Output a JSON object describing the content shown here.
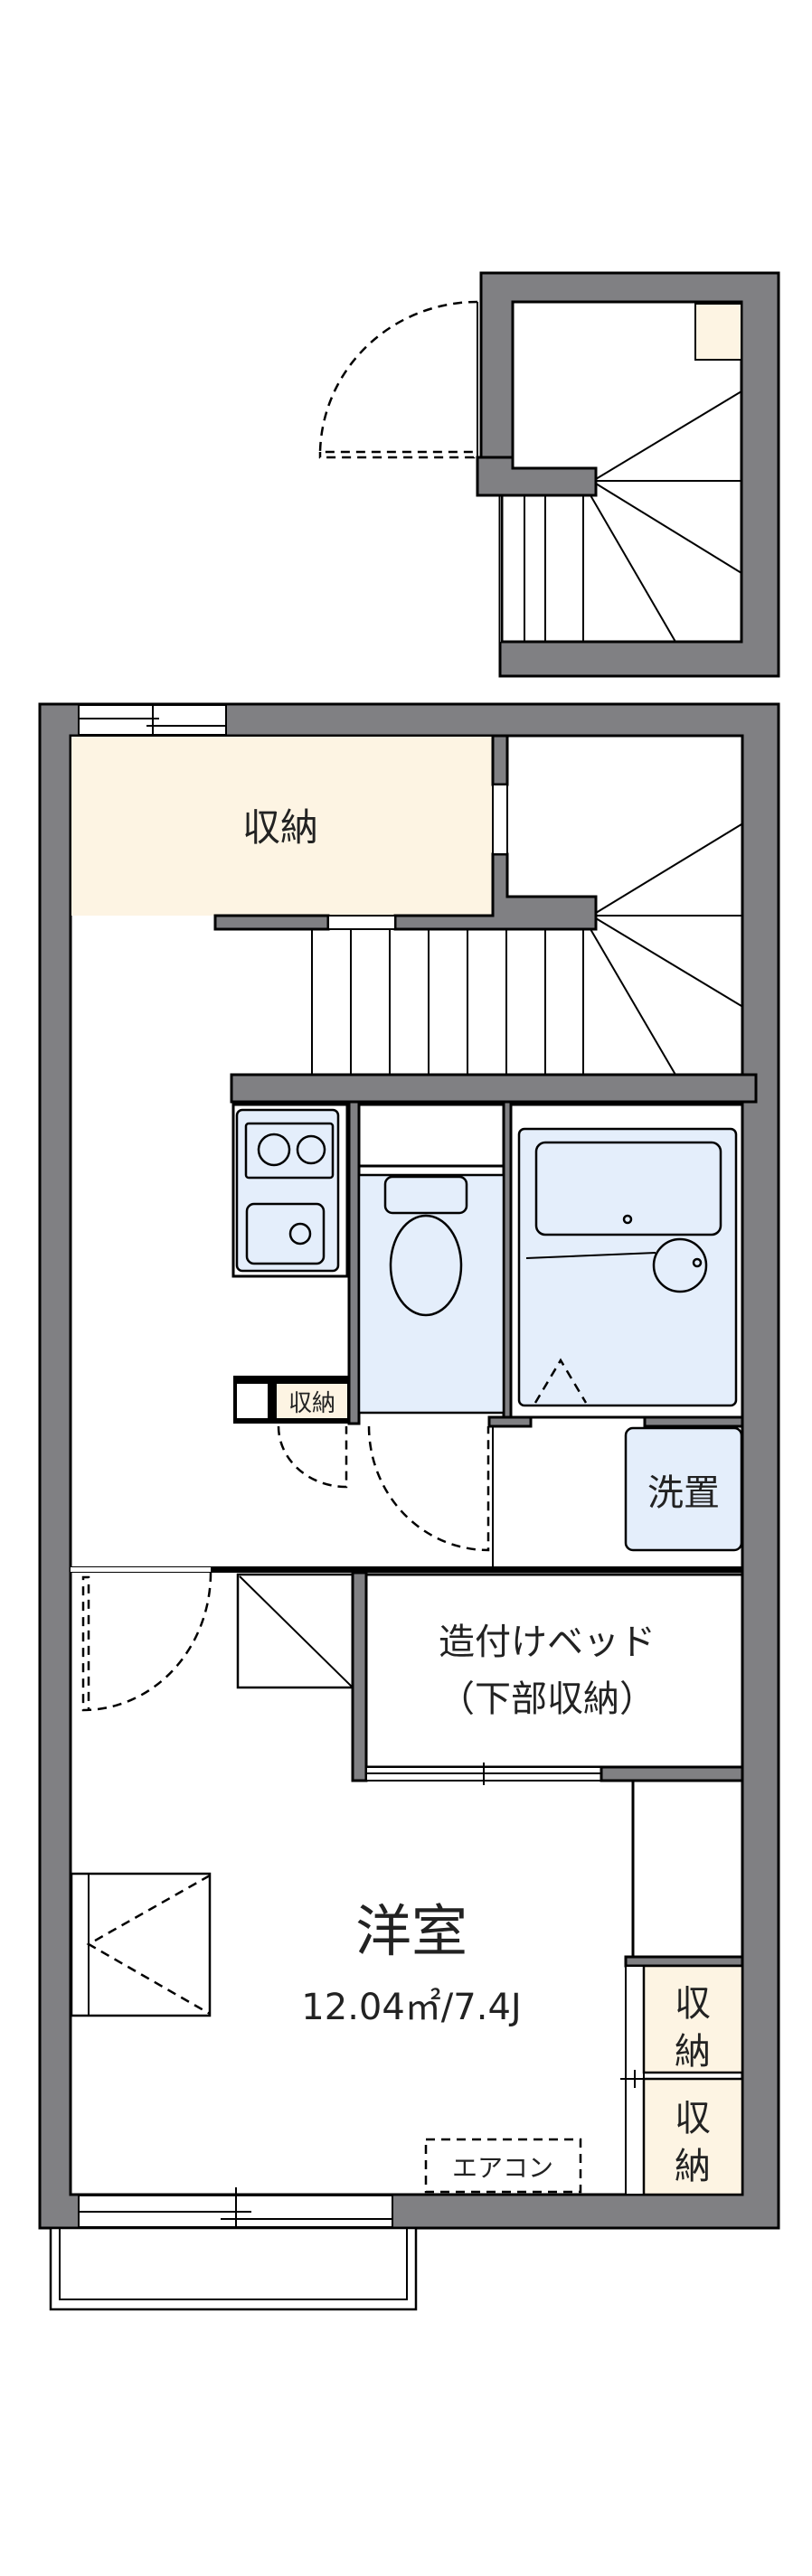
{
  "floorplan": {
    "rooms": {
      "storage_top": "収納",
      "storage_small": "収納",
      "washer": "洗置",
      "bed_line1": "造付けベッド",
      "bed_line2": "（下部収納）",
      "main_room": "洋室",
      "main_room_area": "12.04㎡/7.4J",
      "closet_1_top": "収",
      "closet_1_bottom": "納",
      "closet_2_top": "収",
      "closet_2_bottom": "納",
      "aircon": "エアコン"
    },
    "colors": {
      "wall": "#808083",
      "storage": "#fdf4e3",
      "wet_area": "#e4eefb"
    }
  }
}
